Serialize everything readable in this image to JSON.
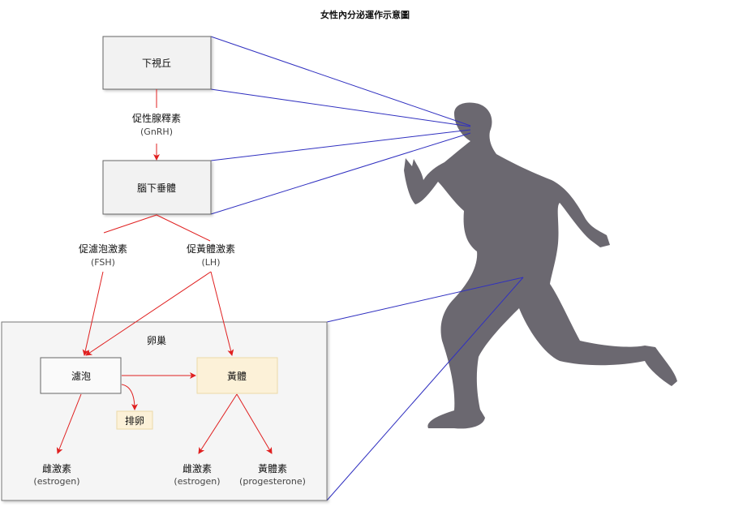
{
  "title": "女性內分泌運作示意圖",
  "nodes": {
    "hypothalamus": "下視丘",
    "pituitary": "腦下垂體",
    "ovary": "卵巢",
    "follicle": "濾泡",
    "corpus_luteum": "黃體",
    "ovulation": "排卵"
  },
  "hormones": {
    "gnrh": {
      "name": "促性腺釋素",
      "abbr": "(GnRH)"
    },
    "fsh": {
      "name": "促濾泡激素",
      "abbr": "(FSH)"
    },
    "lh": {
      "name": "促黃體激素",
      "abbr": "(LH)"
    },
    "estrogen_follicle": {
      "name": "雌激素",
      "abbr": "(estrogen)"
    },
    "estrogen_luteum": {
      "name": "雌激素",
      "abbr": "(estrogen)"
    },
    "progesterone": {
      "name": "黃體素",
      "abbr": "(progesterone)"
    }
  },
  "colors": {
    "arrow": "#e02020",
    "link": "#3030c0",
    "silhouette": "#6b6870",
    "box": "#f2f2f2",
    "luteum": "#fcf1d8"
  }
}
